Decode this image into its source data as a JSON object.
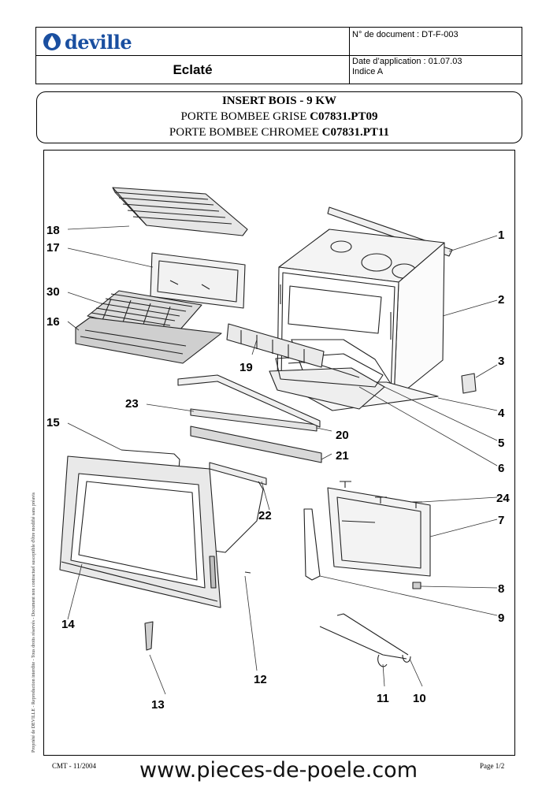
{
  "header": {
    "brand": "deville",
    "title": "Eclaté",
    "doc_number": "N° de document : DT-F-003",
    "application_date": "Date d’application : 01.07.03",
    "index": "Indice A"
  },
  "product": {
    "name": "INSERT BOIS - 9 KW",
    "line1_text": "PORTE BOMBEE GRISE",
    "line1_code": "C07831.PT09",
    "line2_text": "PORTE BOMBEE CHROMEE",
    "line2_code": "C07831.PT11"
  },
  "diagram": {
    "part_numbers": [
      "1",
      "2",
      "3",
      "4",
      "5",
      "6",
      "7",
      "8",
      "9",
      "10",
      "11",
      "12",
      "13",
      "14",
      "15",
      "16",
      "17",
      "18",
      "19",
      "20",
      "21",
      "22",
      "23",
      "24",
      "30"
    ]
  },
  "side_notice": "Propriété de DEVILLE - Reproduction interdite - Tous droits réservés - Document non contractuel susceptible d'être modifié sans préavis",
  "footer": {
    "left": "CMT - 11/2004",
    "website": "www.pieces-de-poele.com",
    "page": "Page 1/2"
  },
  "colors": {
    "brand_blue": "#1a4fa0"
  }
}
